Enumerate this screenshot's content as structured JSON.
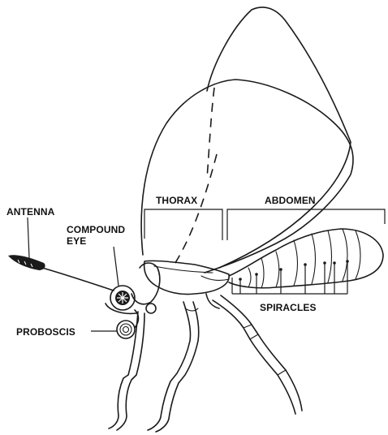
{
  "labels": {
    "antenna": "ANTENNA",
    "compound_eye_line1": "COMPOUND",
    "compound_eye_line2": "EYE",
    "proboscis": "PROBOSCIS",
    "thorax": "THORAX",
    "abdomen": "ABDOMEN",
    "spiracles": "SPIRACLES"
  },
  "colors": {
    "line": "#1a1a1a",
    "background": "#ffffff"
  }
}
